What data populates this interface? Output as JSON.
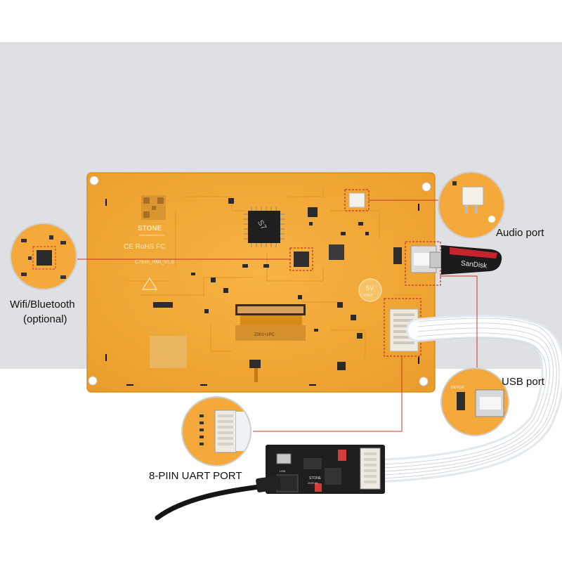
{
  "labels": {
    "audio_port": "Audio port",
    "wifi_line1": "Wifi/Bluetooth",
    "wifi_line2": "(optional)",
    "usb_port": "USB port",
    "uart_port": "8-PIIN UART PORT"
  },
  "board": {
    "brand": "STONE",
    "url": "www.stoneitech.com",
    "version": "C7Inth_HMI_V1.0",
    "certs": "CE  RoHS  FC",
    "chip_mark": "S7",
    "voltage_badge": "5V",
    "voltage_sub": "ONLY",
    "connector_mark": "Z001+1PC",
    "usb_label": "DEVICE"
  },
  "adapter": {
    "brand": "STONE",
    "date": "2020.08",
    "device_label": "USB"
  },
  "usb_drive": {
    "brand": "SanDisk"
  },
  "colors": {
    "board": "#f4a93a",
    "board_edge": "#e39a2a",
    "callout_line": "#c0392b",
    "cable": "#f1f3f6"
  }
}
